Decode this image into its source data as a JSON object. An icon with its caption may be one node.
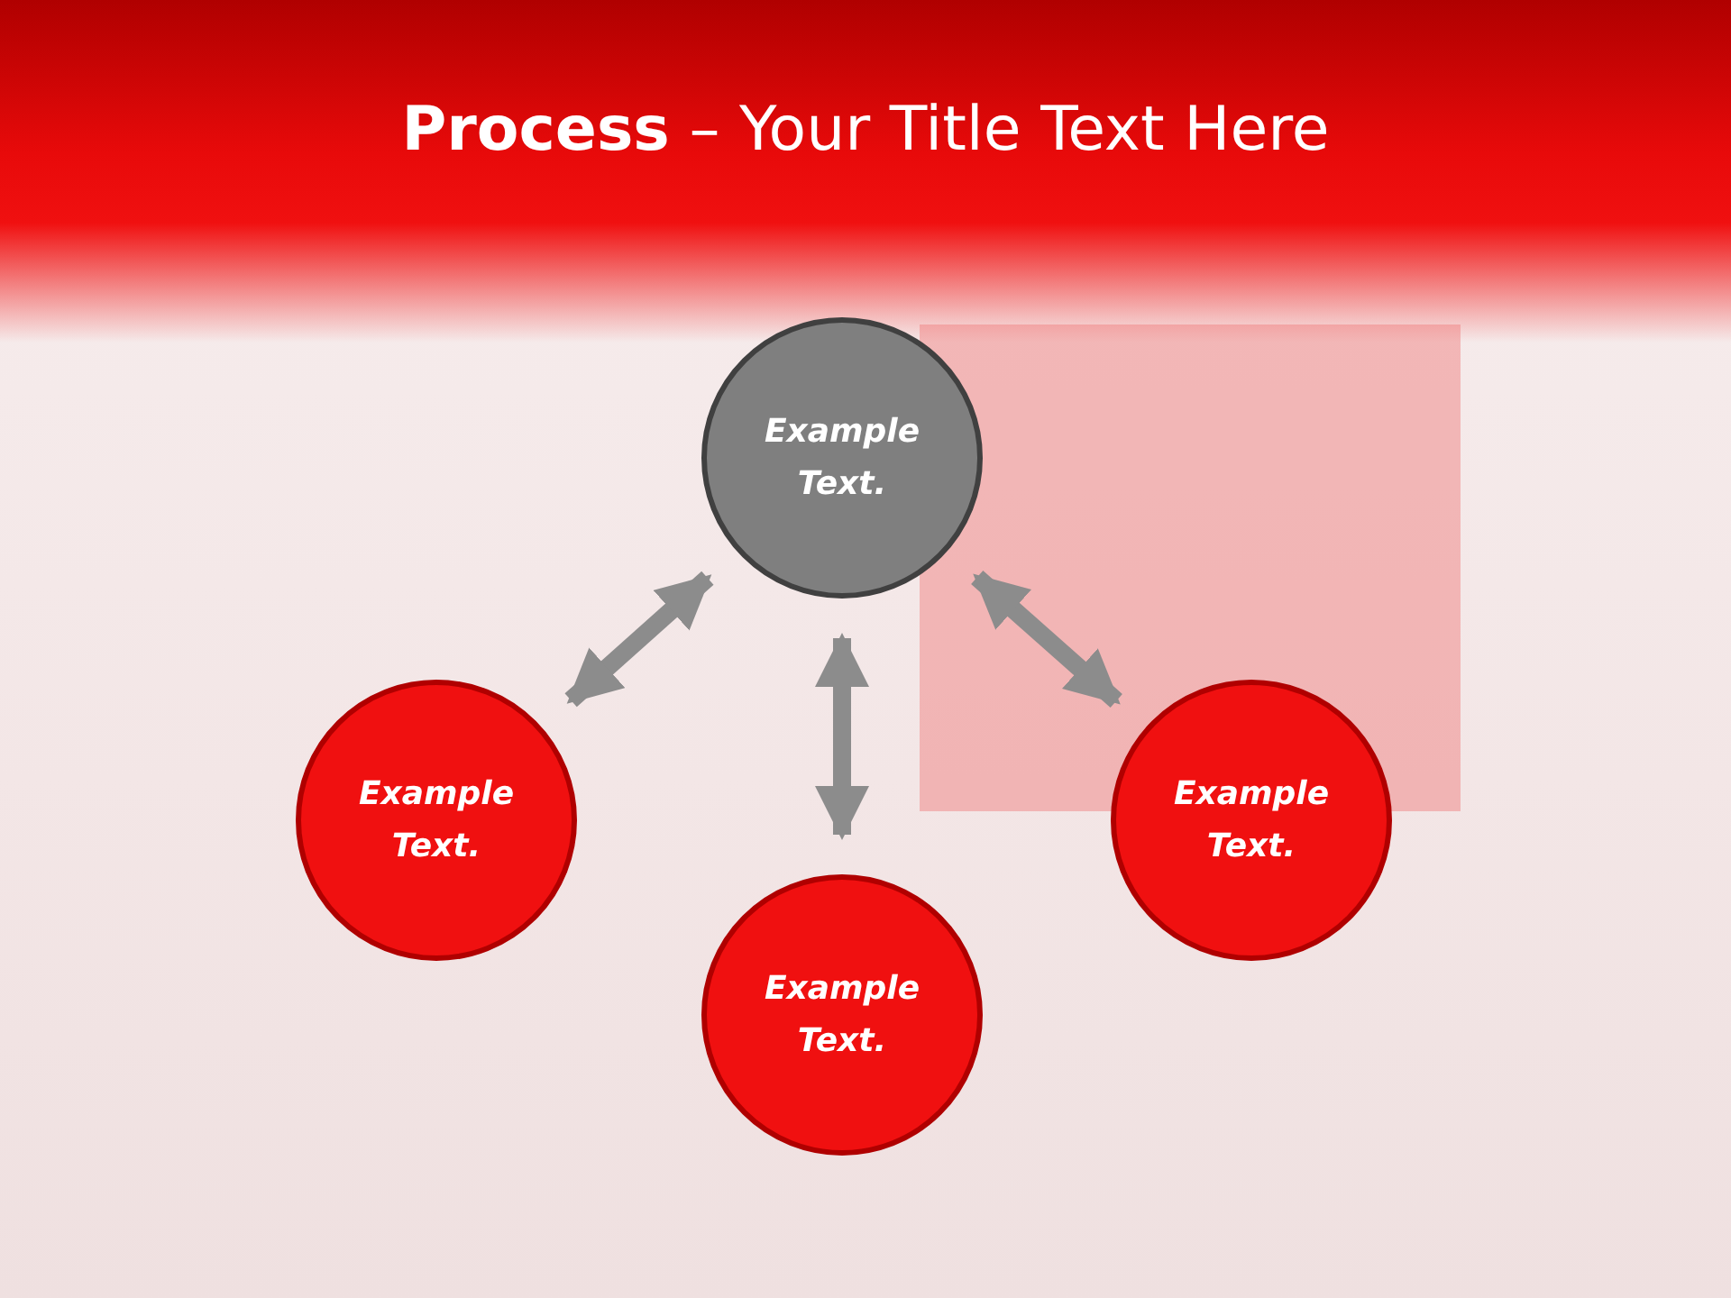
{
  "diagram": {
    "title": "**Process** – Your Title Text Here",
    "nodes": [
      {
        "text": [
          "Example Text."
        ]
      },
      {
        "text": [
          "Example Text."
        ]
      },
      {
        "text": [
          "Example Text."
        ]
      },
      {
        "text": [
          "Example Text."
        ]
      }
    ],
    "edges": [
      {
        "from": 1,
        "to": 0,
        "arrow": "both"
      },
      {
        "from": 2,
        "to": 0,
        "arrow": "both"
      },
      {
        "from": 3,
        "to": 0,
        "arrow": "both"
      }
    ]
  }
}
